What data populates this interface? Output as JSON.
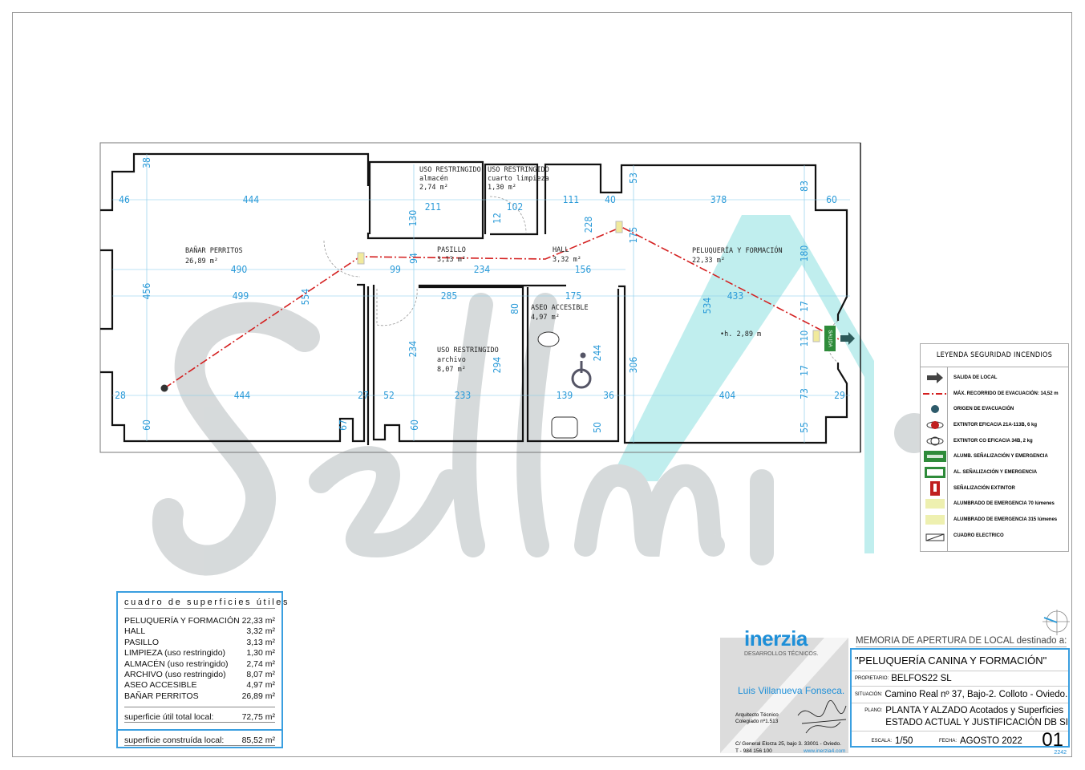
{
  "watermark": "Sellmi",
  "plan": {
    "rooms": [
      {
        "name": "BAÑAR PERRITOS",
        "area": "26,89 m²"
      },
      {
        "name": "USO RESTRINGIDO",
        "sub": "almacén",
        "area": "2,74 m²"
      },
      {
        "name": "USO RESTRINGIDO",
        "sub": "cuarto limpieza",
        "area": "1,30 m²"
      },
      {
        "name": "PASILLO",
        "area": "3,13 m²"
      },
      {
        "name": "HALL",
        "area": "3,32 m²"
      },
      {
        "name": "PELUQUERÍA Y FORMACIÓN",
        "area": "22,33 m²"
      },
      {
        "name": "ASEO ACCESIBLE",
        "area": "4,97 m²"
      },
      {
        "name": "USO RESTRINGIDO",
        "sub": "archivo",
        "area": "8,07 m²"
      }
    ],
    "height_note": "•h. 2,89 m",
    "exit_sign": "SALIDA",
    "dimensions": [
      "38",
      "46",
      "444",
      "130",
      "211",
      "12",
      "102",
      "111",
      "40",
      "53",
      "378",
      "83",
      "60",
      "490",
      "99",
      "94",
      "234",
      "156",
      "228",
      "175",
      "180",
      "456",
      "499",
      "554",
      "285",
      "80",
      "175",
      "534",
      "433",
      "17",
      "234",
      "294",
      "244",
      "306",
      "110",
      "17",
      "28",
      "444",
      "27",
      "52",
      "233",
      "139",
      "36",
      "404",
      "73",
      "29",
      "60",
      "67",
      "60",
      "50",
      "55"
    ],
    "colors": {
      "dimension": "#2a9ad8",
      "evacuation": "#d42020",
      "wall": "#111111"
    }
  },
  "legend": {
    "title": "LEYENDA SEGURIDAD INCENDIOS",
    "items": [
      {
        "icon": "exit-arrow-icon",
        "label": "SALIDA DE LOCAL"
      },
      {
        "icon": "evacuation-route-icon",
        "label": "MÁX. RECORRIDO DE EVACUACIÓN: 14,52 m"
      },
      {
        "icon": "evacuation-origin-icon",
        "label": "ORIGEN DE EVACUACIÓN"
      },
      {
        "icon": "extinguisher-icon",
        "label": "EXTINTOR EFICACIA 21A-113B, 6 kg"
      },
      {
        "icon": "co2-extinguisher-icon",
        "label": "EXTINTOR CO EFICACIA 34B, 2 kg"
      },
      {
        "icon": "salida-sign-icon",
        "label": "ALUMB. SEÑALIZACIÓN Y EMERGENCIA",
        "sign": "SALIDA"
      },
      {
        "icon": "exit-running-sign-icon",
        "label": "AL. SEÑALIZACIÓN Y EMERGENCIA"
      },
      {
        "icon": "extinguisher-sign-icon",
        "label": "SEÑALIZACIÓN EXTINTOR"
      },
      {
        "icon": "emergency-light-70-icon",
        "label": "ALUMBRADO DE EMERGENCIA 70 lúmenes"
      },
      {
        "icon": "emergency-light-315-icon",
        "label": "ALUMBRADO DE EMERGENCIA 315 lúmenes"
      },
      {
        "icon": "electrical-panel-icon",
        "label": "CUADRO ELECTRICO"
      }
    ]
  },
  "surfaces": {
    "title": "cuadro de superficies útiles",
    "rows": [
      {
        "name": "PELUQUERÍA Y FORMACIÓN",
        "value": "22,33 m²"
      },
      {
        "name": "HALL",
        "value": "3,32 m²"
      },
      {
        "name": "PASILLO",
        "value": "3,13 m²"
      },
      {
        "name": "LIMPIEZA (uso restringido)",
        "value": "1,30 m²"
      },
      {
        "name": "ALMACÉN (uso restringido)",
        "value": "2,74 m²"
      },
      {
        "name": "ARCHIVO (uso restringido)",
        "value": "8,07 m²"
      },
      {
        "name": "ASEO ACCESIBLE",
        "value": "4,97 m²"
      },
      {
        "name": "BAÑAR PERRITOS",
        "value": "26,89 m²"
      }
    ],
    "total_label": "superficie útil total local:",
    "total_value": "72,75 m²",
    "built_label": "superficie construída local:",
    "built_value": "85,52 m²"
  },
  "title_block": {
    "logo": "inerzia",
    "logo_sub": "DESARROLLOS TÉCNICOS.",
    "author": "Luis Villanueva Fonseca.",
    "author_role": "Arquitecto Técnico",
    "author_reg": "Colegiado nº1.513",
    "address": "C/ General Elorza 25, bajo 3. 33001 - Oviedo.",
    "phone": "T - 984 156 100",
    "web": "www.inerzia4.com",
    "heading": "MEMORIA DE APERTURA DE LOCAL destinado a:",
    "project": "\"PELUQUERÍA CANINA Y FORMACIÓN\"",
    "owner_label": "PROPIETARIO:",
    "owner": "BELFOS22 SL",
    "location_label": "SITUACIÓN:",
    "location": "Camino Real nº 37, Bajo-2. Colloto - Oviedo.",
    "plan_label": "PLANO:",
    "plan_line1": "PLANTA Y ALZADO Acotados y Superficies",
    "plan_line2": "ESTADO ACTUAL Y JUSTIFICACIÓN DB SI",
    "scale_label": "ESCALA:",
    "scale": "1/50",
    "date_label": "FECHA:",
    "date": "AGOSTO 2022",
    "sheet": "01",
    "code": "2242"
  }
}
